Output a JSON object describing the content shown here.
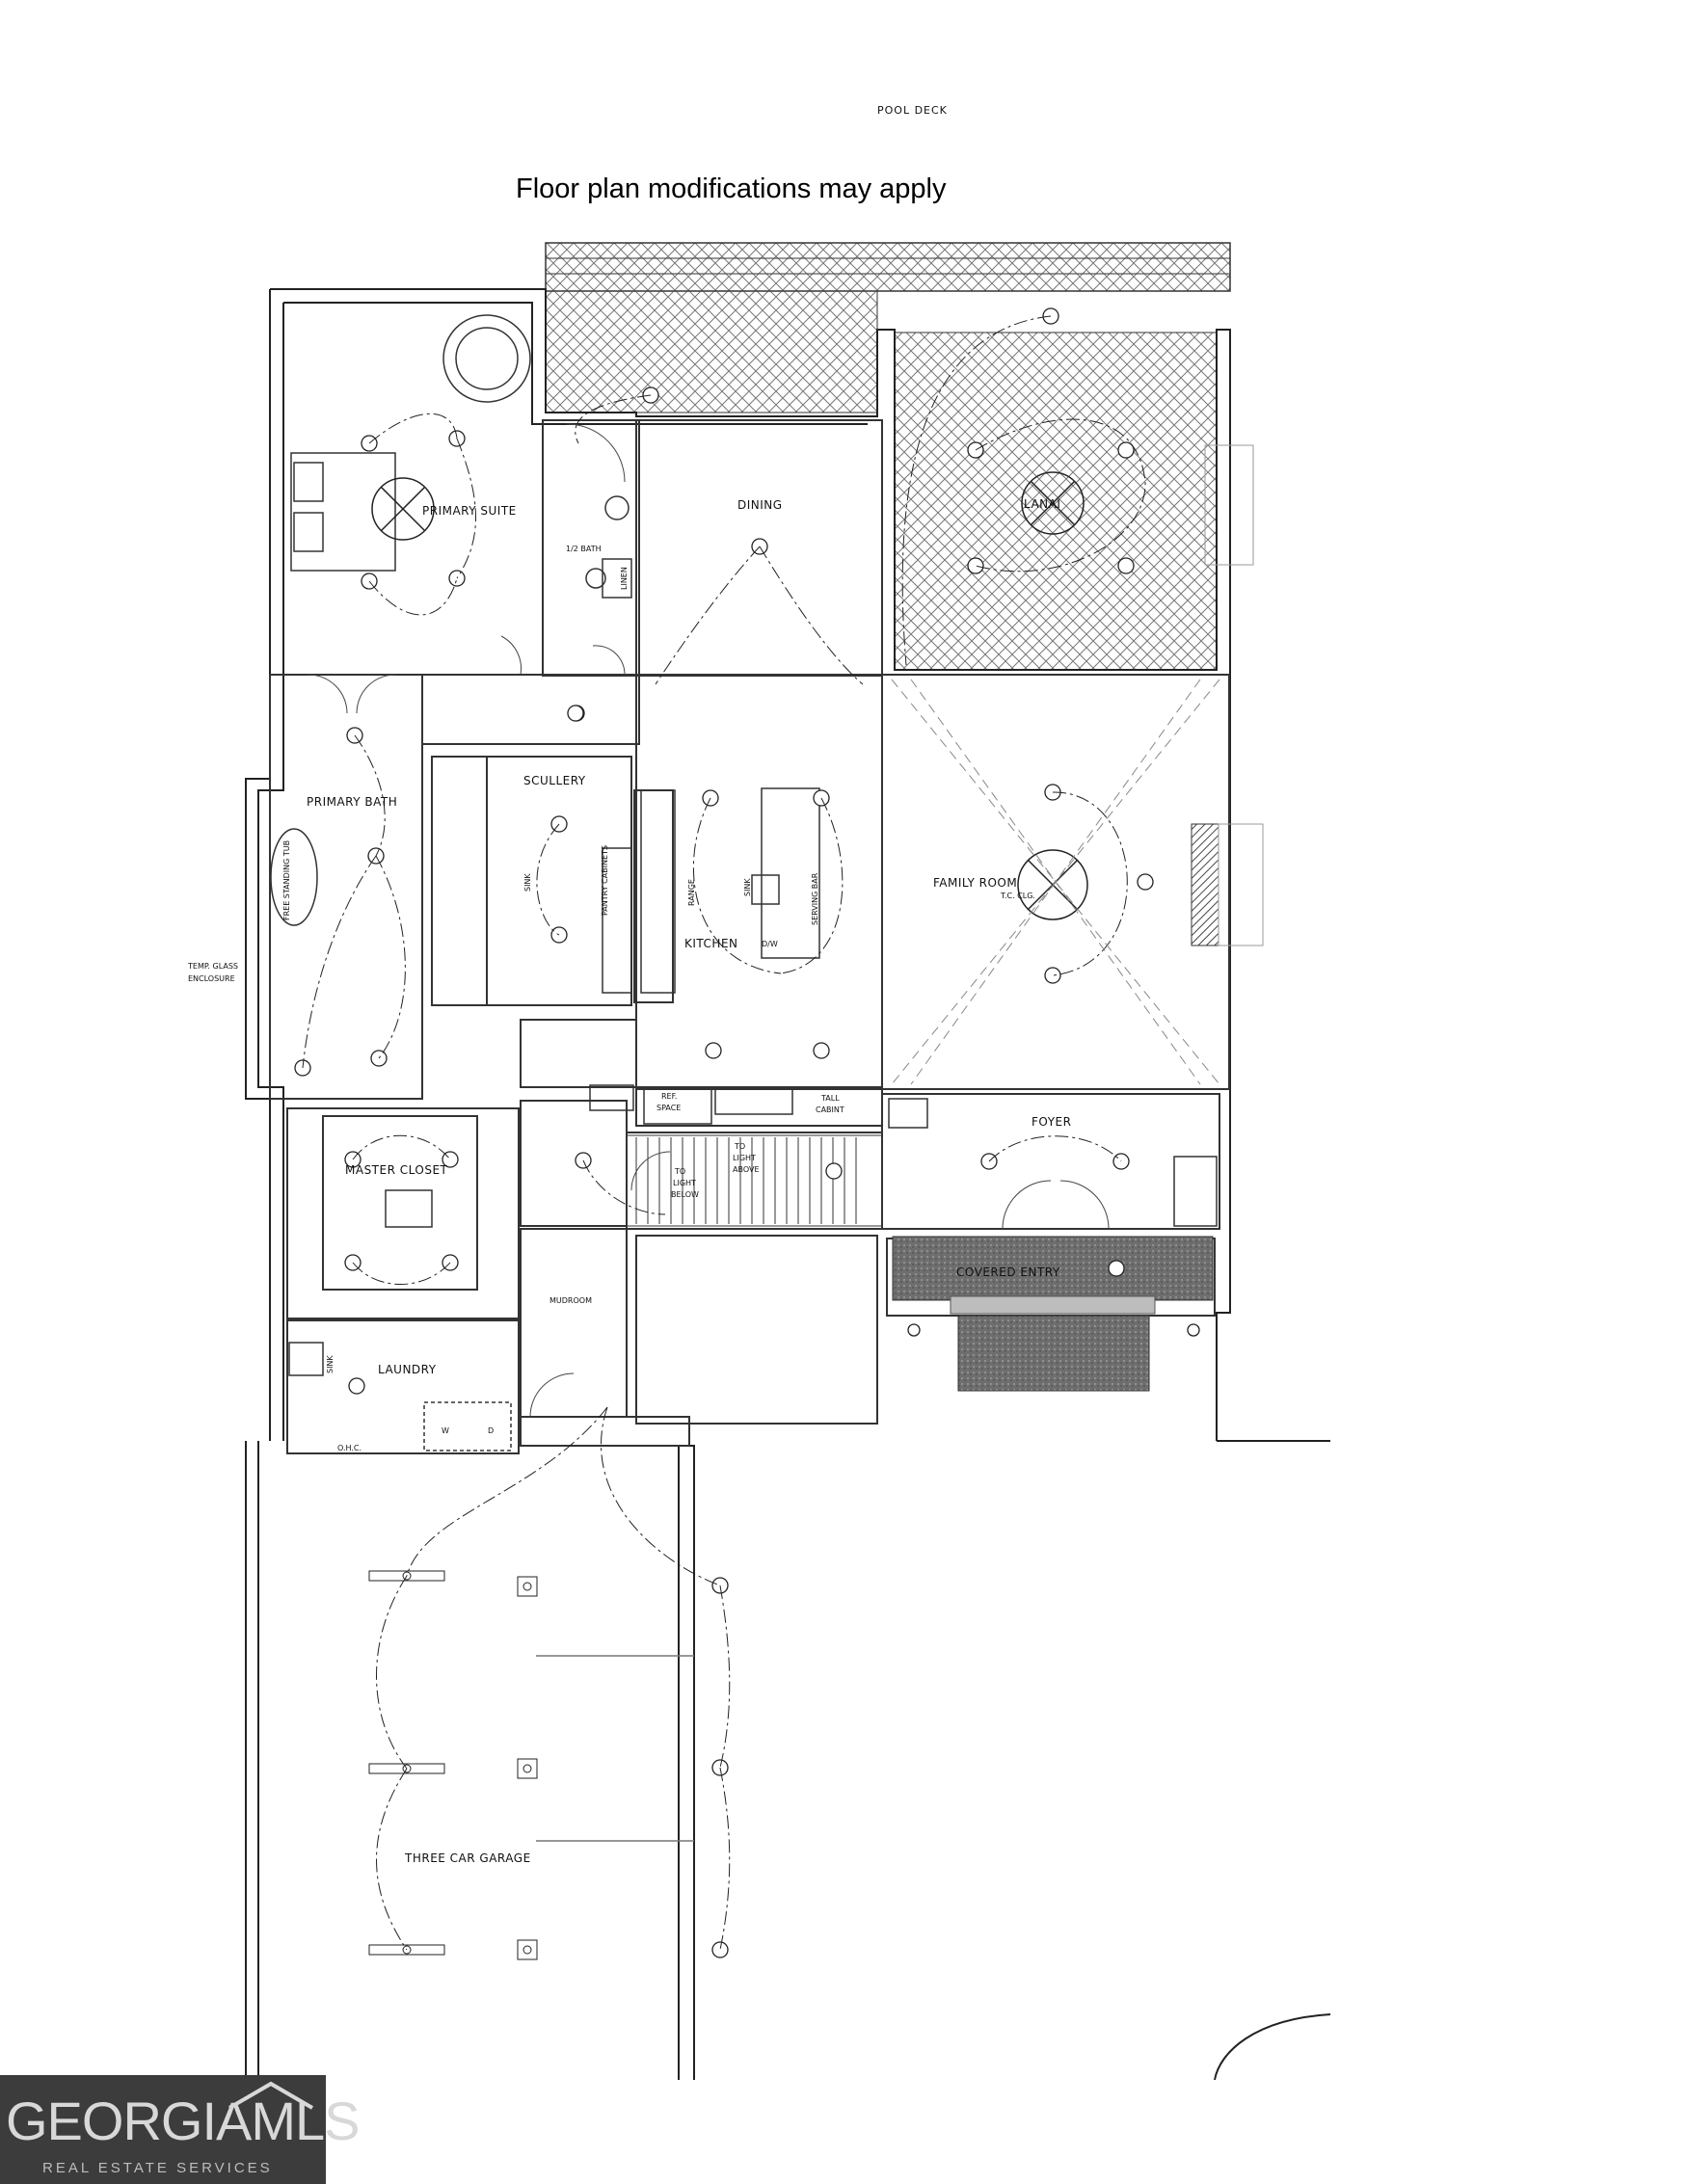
{
  "header": {
    "pool_deck": "POOL DECK",
    "note": "Floor plan modifications may apply"
  },
  "rooms": {
    "primary_suite": "PRIMARY SUITE",
    "half_bath": "1/2 BATH",
    "linen": "LINEN",
    "dining": "DINING",
    "lanai": "LANAI",
    "primary_bath": "PRIMARY BATH",
    "scullery": "SCULLERY",
    "pantry_cabinets": "PANTRY CABINETS",
    "range": "RANGE",
    "sink_island": "SINK",
    "serving_bar": "SERVING BAR",
    "kitchen": "KITCHEN",
    "dw": "D/W",
    "family_room": "FAMILY ROOM",
    "tc_clg": "T.C. CLG.",
    "free_standing_tub": "FREE STANDING TUB",
    "sink_bath": "SINK",
    "temp_glass": "TEMP. GLASS",
    "enclosure": "ENCLOSURE",
    "ref_space_1": "REF.",
    "ref_space_2": "SPACE",
    "tall_cabinet_1": "TALL",
    "tall_cabinet_2": "CABINT",
    "foyer": "FOYER",
    "to_light_below_1": "TO",
    "to_light_below_2": "LIGHT",
    "to_light_below_3": "BELOW",
    "to_light_above_1": "TO",
    "to_light_above_2": "LIGHT",
    "to_light_above_3": "ABOVE",
    "master_closet": "MASTER CLOSET",
    "covered_entry": "COVERED ENTRY",
    "mudroom": "MUDROOM",
    "laundry": "LAUNDRY",
    "sink_laundry": "SINK",
    "washer": "W",
    "dryer": "D",
    "ohc": "O.H.C.",
    "garage": "THREE CAR GARAGE"
  },
  "logo": {
    "main": "GEORGIAMLS",
    "sub": "REAL ESTATE SERVICES"
  }
}
